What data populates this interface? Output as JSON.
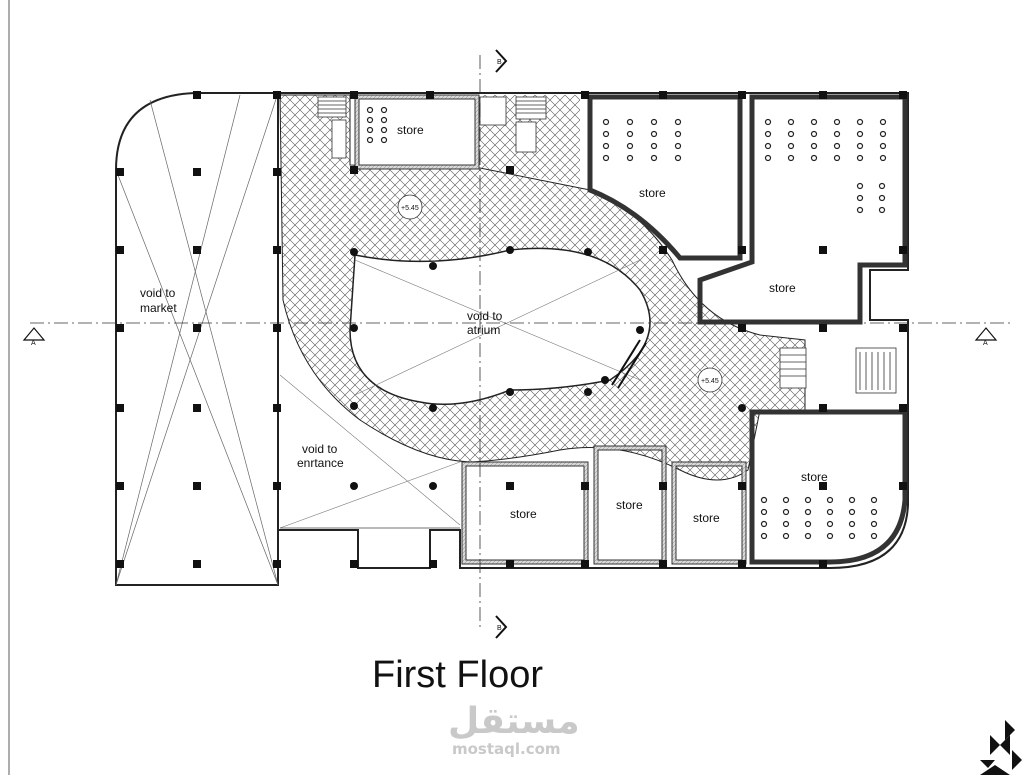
{
  "drawing": {
    "title": "First Floor",
    "labels": {
      "void_market_1": "void to",
      "void_market_2": "market",
      "void_atrium_1": "void to",
      "void_atrium_2": "atrium",
      "void_entrance_1": "void to",
      "void_entrance_2": "enrtance",
      "store": "store",
      "level": "+5.45",
      "section_a": "A",
      "section_b": "B"
    },
    "watermark": {
      "logo_text": "مستقل",
      "url": "mostaql.com"
    }
  }
}
